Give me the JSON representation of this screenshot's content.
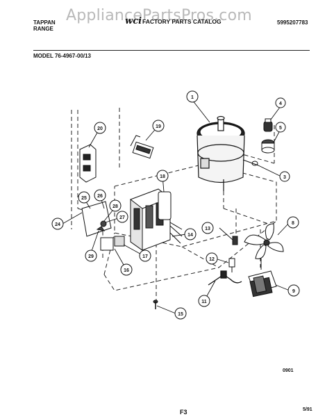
{
  "header": {
    "watermark": "AppliancePartsPros.com",
    "brand_line1": "TAPPAN",
    "brand_line2": "RANGE",
    "logo_text": "wci",
    "catalog_title": "FACTORY PARTS CATALOG",
    "part_number": "5995207783",
    "model_line": "MODEL 76-4967-00/13"
  },
  "callouts": [
    "1",
    "3",
    "4",
    "5",
    "8",
    "9",
    "11",
    "12",
    "13",
    "14",
    "15",
    "16",
    "17",
    "18",
    "19",
    "20",
    "24",
    "25",
    "26",
    "27",
    "28",
    "29"
  ],
  "footer": {
    "figure_code": "0901",
    "page_code": "F3",
    "date_code": "5/91"
  }
}
